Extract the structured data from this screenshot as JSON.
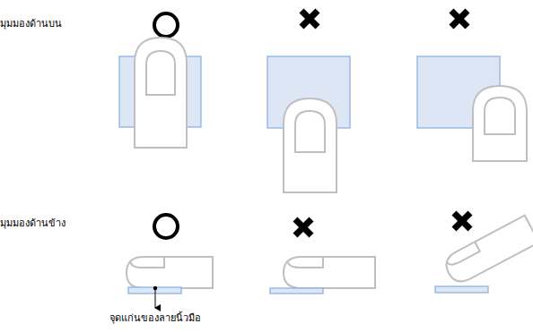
{
  "diagram": {
    "labels": [
      "มุมมองด้านบน",
      "มุมมองด้านข้าง",
      "จุดแก่นของลายนิ้วมือ"
    ]
  }
}
